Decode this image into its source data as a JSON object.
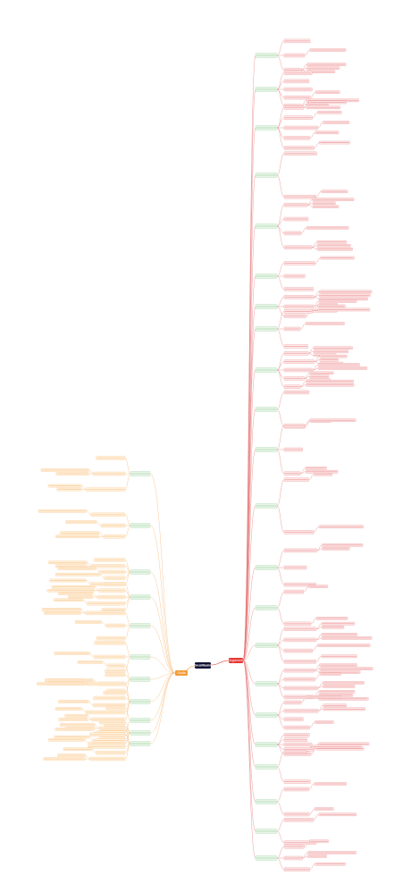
{
  "center": {
    "label": "GeoMania"
  },
  "left_branch": {
    "label": "Guida"
  },
  "right_branch": {
    "label": "Argomenti"
  },
  "colors": {
    "center": "#111133",
    "left": "#f39c3a",
    "right": "#e53935",
    "right_node_bg": "#fde9ea",
    "right_node_border": "#e57373",
    "right_level1_bg": "#e8f5e9",
    "right_level1_border": "#81c784",
    "left_node_bg": "#fff3e0",
    "left_node_border": "#f6b26b",
    "left_level1_bg": "#e8f5e9",
    "left_level1_border": "#81c784",
    "line_right": "#e57373",
    "line_left": "#f6b26b"
  }
}
